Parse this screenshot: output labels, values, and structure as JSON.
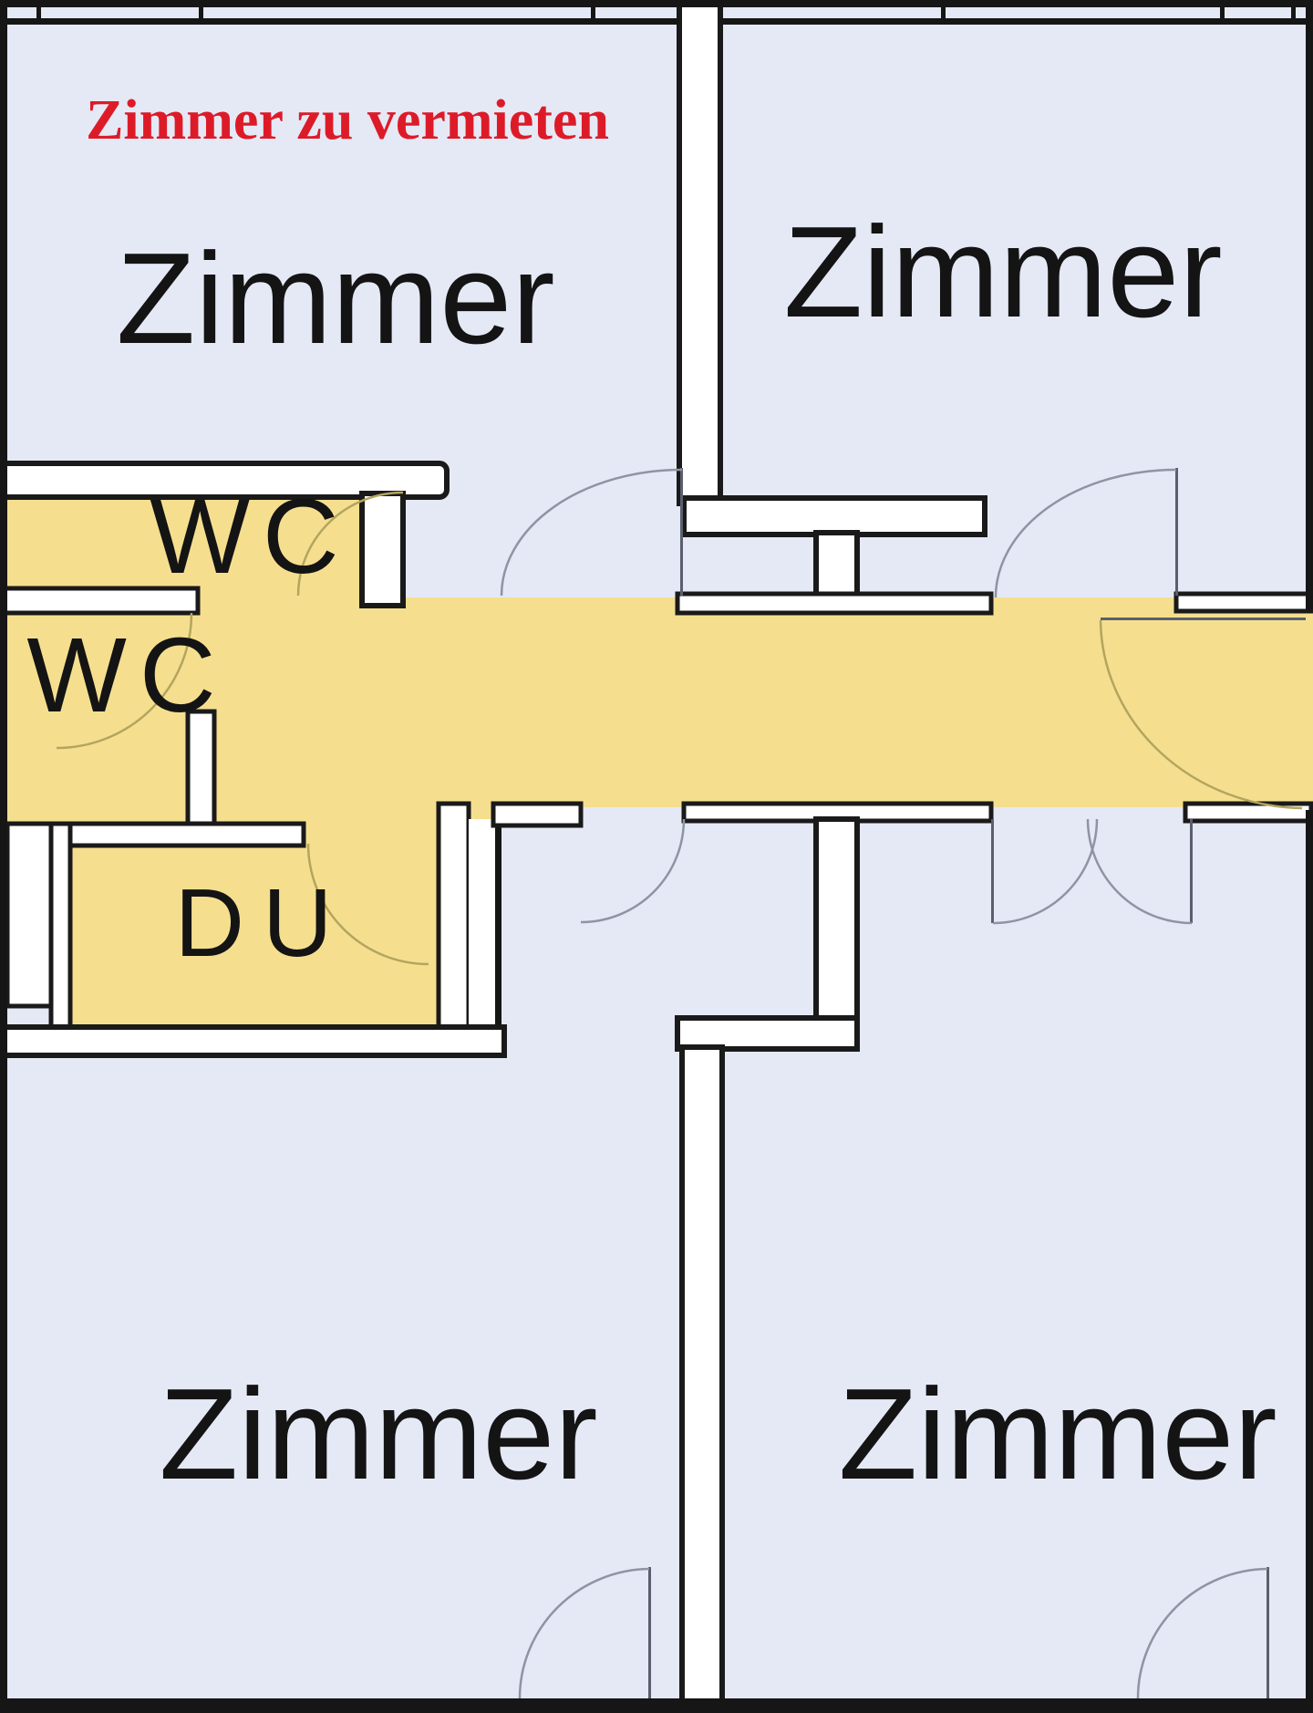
{
  "plan": {
    "title": "Zimmer zu vermieten",
    "title_color": "#dd1b28",
    "colors": {
      "room_fill": "#e5e9f5",
      "corridor_fill": "#f5df8f",
      "wall": "#161616",
      "wall_fill": "#ffffff",
      "arc_blue_area": "#8e94a4",
      "arc_yellow_area": "#b3a55e",
      "label": "#141414"
    },
    "rooms": [
      {
        "id": "zimmer-top-left",
        "label": "Zimmer"
      },
      {
        "id": "zimmer-top-right",
        "label": "Zimmer"
      },
      {
        "id": "zimmer-bottom-left",
        "label": "Zimmer"
      },
      {
        "id": "zimmer-bottom-right",
        "label": "Zimmer"
      },
      {
        "id": "wc-upper",
        "label": "WC"
      },
      {
        "id": "wc-lower",
        "label": "WC"
      },
      {
        "id": "shower",
        "label": "DU"
      }
    ]
  }
}
